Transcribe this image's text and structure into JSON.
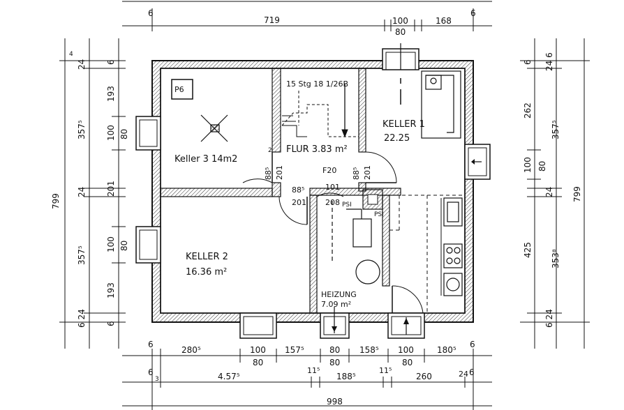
{
  "plan": {
    "rooms": {
      "keller3": "Keller 3 14m2",
      "p6": "P6",
      "flur": "FLUR  3.83 m²",
      "stair": "15 Stg  18  1/26B",
      "keller1_name": "KELLER  1",
      "keller1_area": "22.25",
      "keller2_name": "KELLER  2",
      "keller2_area": "16.36 m²",
      "heizung_name": "HEIZUNG",
      "heizung_area": "7.09 m²",
      "f20": "F20",
      "psi": "PSI",
      "psi2": "PSI"
    },
    "top_dims": {
      "total": "719",
      "left_mark": "6",
      "right_mark": "6",
      "seg100": "100",
      "seg80": "80",
      "seg168": "168"
    },
    "bottom_dims": {
      "row1": [
        "6",
        "280⁵",
        "100",
        "157⁵",
        "80",
        "158⁵",
        "100",
        "180⁵",
        "6"
      ],
      "row1_sub": [
        "80",
        "80",
        "80"
      ],
      "row2": [
        "6",
        "4.57⁵",
        "11⁵",
        "188⁵",
        "11⁵",
        "260",
        "24",
        "6"
      ],
      "row2_small": "3",
      "total": "998"
    },
    "left_dims": {
      "outer": "799",
      "col2": [
        "24",
        "357⁵",
        "24",
        "357⁵",
        "6 24"
      ],
      "col2_top": "4",
      "col3": [
        "6",
        "193",
        "100",
        "201",
        "100",
        "193",
        "6"
      ],
      "col3_sub": [
        "80",
        "80"
      ]
    },
    "right_dims": {
      "outer": "799",
      "col1": [
        "6",
        "262",
        "100",
        "425"
      ],
      "col1_sub": "80",
      "col2": [
        "24 6",
        "357⁵",
        "24",
        "353⁸",
        "6 24"
      ]
    },
    "inner_dims": {
      "d201_a": "201",
      "d88_a": "88⁵",
      "d88_b": "88⁵",
      "d201_b": "201",
      "d201_c": "201",
      "d101": "101",
      "d208": "208",
      "d88_c": "88⁵",
      "d2": "2"
    }
  }
}
